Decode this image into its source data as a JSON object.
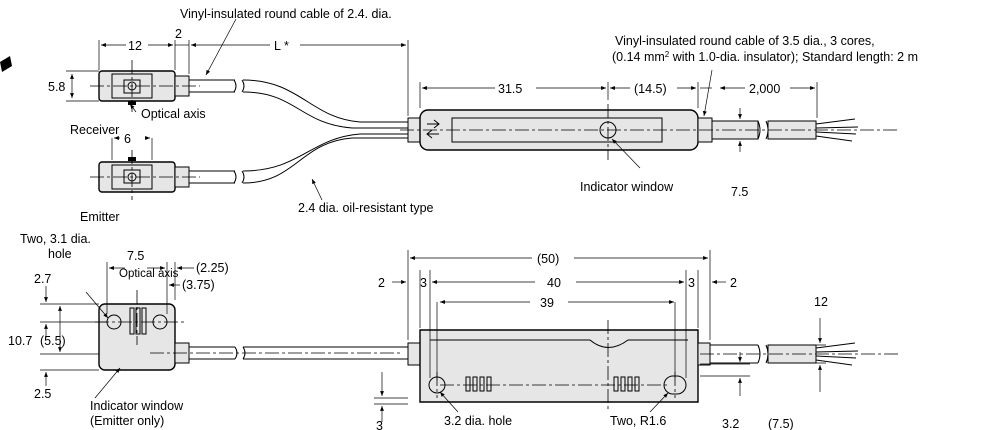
{
  "top_view": {
    "cable_24_note": "Vinyl-insulated round cable of 2.4. dia.",
    "cable_35_note_line1": "Vinyl-insulated round cable of 3.5 dia., 3 cores,",
    "cable_35_note_line2a": "(0.14 mm",
    "cable_35_note_sup": "2",
    "cable_35_note_line2b": " with 1.0-dia. insulator); Standard length: 2 m",
    "oil_resistant_note": "2.4 dia. oil-resistant type",
    "receiver_label": "Receiver",
    "emitter_label": "Emitter",
    "optical_axis_label": "Optical axis",
    "indicator_window_label": "Indicator window",
    "dim_12": "12",
    "dim_2": "2",
    "dim_L": "L *",
    "dim_5_8": "5.8",
    "dim_6": "6",
    "dim_31_5": "31.5",
    "dim_14_5": "(14.5)",
    "dim_2000": "2,000",
    "dim_7_5": "7.5"
  },
  "bottom_view": {
    "hole_label_line1": "Two, 3.1 dia.",
    "hole_label_line2": "hole",
    "optical_axis_label": "Optical axis",
    "indicator_label_line1": "Indicator window",
    "indicator_label_line2": "(Emitter only)",
    "dim_7_5": "7.5",
    "dim_2_25": "(2.25)",
    "dim_3_75": "(3.75)",
    "dim_2_7": "2.7",
    "dim_10_7": "10.7",
    "dim_5_5": "(5.5)",
    "dim_2_5": "2.5",
    "dim_50": "(50)",
    "dim_2_left": "2",
    "dim_3_left": "3",
    "dim_40": "40",
    "dim_3_right": "3",
    "dim_2_right": "2",
    "dim_39": "39",
    "dim_12": "12",
    "dim_3_bottom": "3",
    "hole_32_label": "3.2 dia. hole",
    "r16_label": "Two, R1.6",
    "dim_3_2": "3.2",
    "dim_7_5_paren": "(7.5)"
  }
}
